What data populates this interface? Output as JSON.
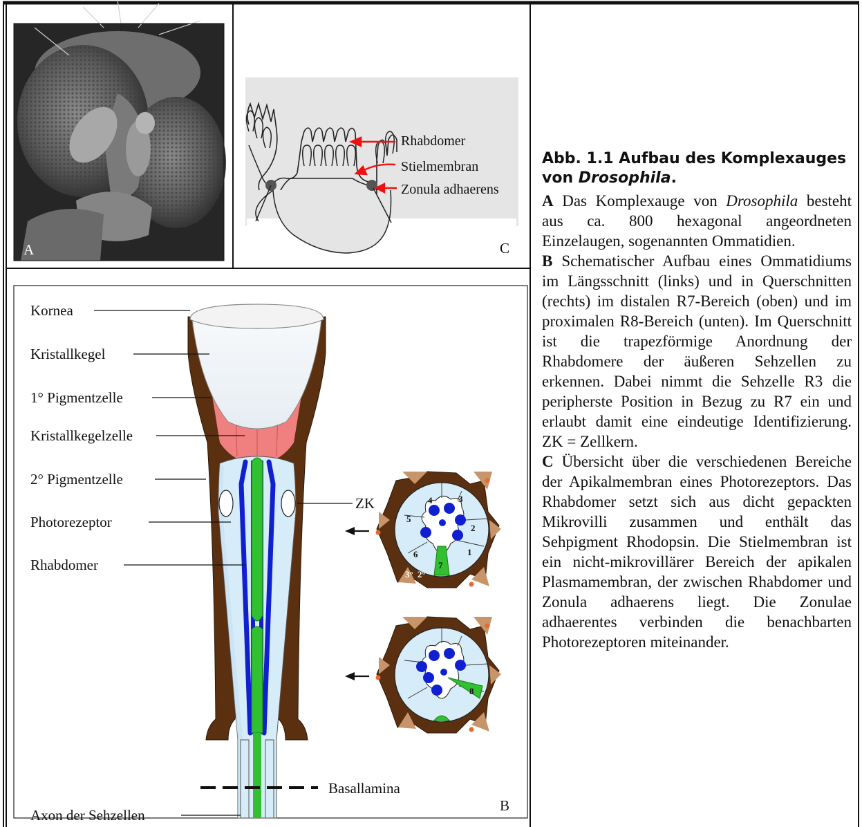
{
  "panel_a": {
    "letter": "A"
  },
  "panel_c": {
    "letter": "C",
    "labels": [
      "Rhabdomer",
      "Stielmembran",
      "Zonula adhaerens"
    ]
  },
  "panel_b": {
    "letter": "B",
    "labels": [
      "Kornea",
      "Kristallkegel",
      "1° Pigmentzelle",
      "Kristallkegelzelle",
      "2° Pigmentzelle",
      "Photorezeptor",
      "Rhabdomer",
      "Axon der Sehzellen"
    ],
    "basallamina": "Basallamina",
    "zk": "ZK",
    "cross_top_numbers": [
      "1",
      "2",
      "3",
      "4",
      "5",
      "6",
      "7",
      "3°",
      "2°"
    ],
    "cross_bottom_numbers": [
      "8"
    ]
  },
  "caption": {
    "title_pre": "Abb. 1.1 Aufbau des Komplexauges von ",
    "title_species": "Drosophila",
    "title_post": ".",
    "a_letter": "A",
    "a_pre": "Das Komplexauge von ",
    "a_species": "Drosophila",
    "a_post": " besteht aus ca. 800 hexagonal angeordneten Einzelaugen, sogenannten Ommatidien.",
    "b_letter": "B",
    "b_text": "Schematischer Aufbau eines Ommatidiums im Längsschnitt (links) und in Querschnitten (rechts) im distalen R7-Bereich (oben) und im proximalen R8-Bereich (unten). Im Querschnitt ist die trapezförmige Anordnung der Rhabdomere der äußeren Sehzellen zu erkennen. Dabei nimmt die Sehzelle R3 die peripherste Position in Bezug zu R7 ein und erlaubt damit eine eindeutige Identifizierung. ZK = Zellkern.",
    "c_letter": "C",
    "c_text": "Übersicht über die verschiedenen Bereiche der Apikalmembran eines Photorezeptors. Das Rhabdomer setzt sich aus dicht gepackten Mikrovilli zusammen und enthält das Sehpigment Rhodopsin. Die Stielmembran ist ein nicht-mikrovillärer Bereich der apikalen Plasmamembran, der zwischen Rhabdomer und Zonula adhaerens liegt. Die Zonulae adhaerentes verbinden die benachbarten Photorezeptoren miteinander."
  }
}
